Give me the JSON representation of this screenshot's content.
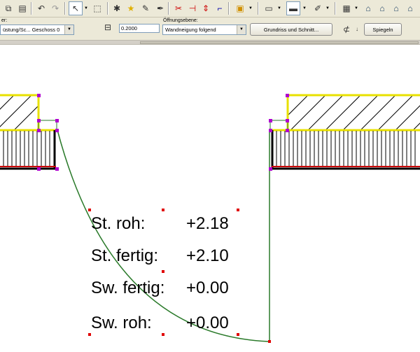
{
  "toolbar2": {
    "layer_label": "er:",
    "layer_value": "üstung/Sc... Geschoss 0",
    "thickness_value": "0.2000",
    "opening_plane_label": "Öffnungsebene:",
    "opening_plane_value": "Wandneigung folgend",
    "floorplan_section_button": "Grundriss und Schnitt...",
    "mirror_button": "Spiegeln"
  },
  "levels": [
    {
      "label": "St. roh:",
      "value": "+2.18"
    },
    {
      "label": "St. fertig:",
      "value": "+2.10"
    },
    {
      "label": "Sw. fertig:",
      "value": "+0.00"
    },
    {
      "label": "Sw. roh:",
      "value": "+0.00"
    }
  ],
  "colors": {
    "toolbar_bg": "#ece9d8",
    "wall_edge_yellow": "#e8e000",
    "wall_edge_red": "#cc0000",
    "door_arc_green": "#2a7a2a",
    "vertex_magenta": "#b000d0",
    "hotspot_red": "#e00000"
  }
}
